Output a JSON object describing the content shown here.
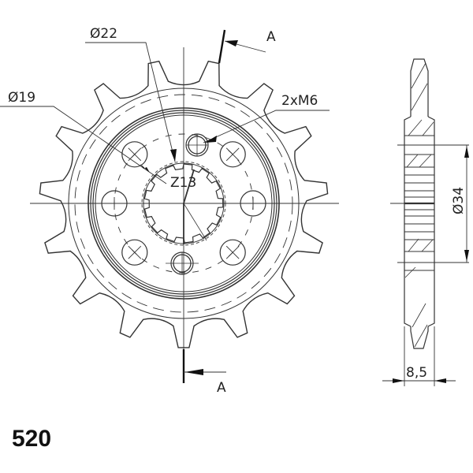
{
  "drawing": {
    "title": "Front sprocket technical drawing",
    "teeth_count": 15,
    "spline_label": "Z13",
    "dimensions": {
      "inner_diameter_label": "Ø22",
      "spline_diameter_label": "Ø19",
      "bolt_holes_label": "2xM6",
      "hub_diameter_label": "Ø34",
      "thickness_label": "8,5"
    },
    "section_marks": {
      "top": "A",
      "bottom": "A"
    },
    "chain_pitch": "520",
    "colors": {
      "line": "#333333",
      "bold_line": "#111111",
      "background": "#ffffff"
    }
  }
}
